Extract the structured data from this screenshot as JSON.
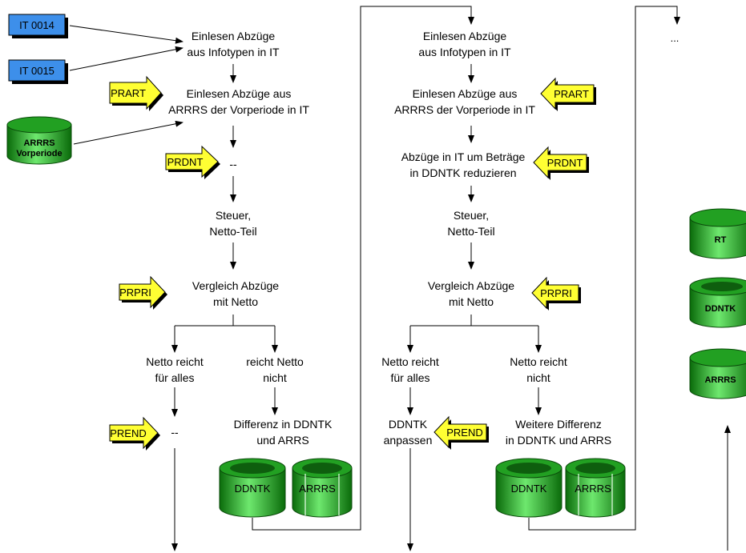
{
  "colors": {
    "stroke": "#000000",
    "it_box": "#3d8fea",
    "arrow_fill": "#ffff33",
    "cyl_dark": "#0a6b0a",
    "cyl_mid": "#35c435",
    "cyl_light": "#6ee86e",
    "cyl_top": "#22a022"
  },
  "infotype_boxes": {
    "it0014": "IT 0014",
    "it0015": "IT 0015"
  },
  "sources": {
    "arrrs_vorperiode": [
      "ARRRS",
      "Vorperiode"
    ]
  },
  "col1": {
    "read_infotypes": [
      "Einlesen Abzüge",
      "aus Infotypen in IT"
    ],
    "read_arrrs": [
      "Einlesen Abzüge aus",
      "ARRRS der Vorperiode in IT"
    ],
    "step_dash": "--",
    "tax": [
      "Steuer,",
      "Netto-Teil"
    ],
    "compare": [
      "Vergleich Abzüge",
      "mit Netto"
    ],
    "branch_enough": [
      "Netto reicht",
      "für alles"
    ],
    "branch_not_enough": [
      "reicht Netto",
      "nicht"
    ],
    "end_dash": "--",
    "difference": [
      "Differenz in DDNTK",
      "und ARRS"
    ],
    "cyl_ddntk": "DDNTK",
    "cyl_arrrs": "ARRRS"
  },
  "col2": {
    "read_infotypes": [
      "Einlesen Abzüge",
      "aus Infotypen in IT"
    ],
    "read_arrrs": [
      "Einlesen Abzüge aus",
      "ARRRS der Vorperiode in IT"
    ],
    "reduce": [
      "Abzüge in IT um Beträge",
      "in DDNTK reduzieren"
    ],
    "tax": [
      "Steuer,",
      "Netto-Teil"
    ],
    "compare": [
      "Vergleich Abzüge",
      "mit Netto"
    ],
    "branch_enough": [
      "Netto reicht",
      "für alles"
    ],
    "branch_not_enough": [
      "Netto reicht",
      "nicht"
    ],
    "adjust": [
      "DDNTK",
      "anpassen"
    ],
    "further_difference": [
      "Weitere Differenz",
      "in DDNTK und ARRS"
    ],
    "cyl_ddntk": "DDNTK",
    "cyl_arrrs": "ARRRS"
  },
  "col3": {
    "ellipsis": "...",
    "cyl_rt": "RT",
    "cyl_ddntk": "DDNTK",
    "cyl_arrrs": "ARRRS"
  },
  "rules": {
    "c1_prart": "PRART",
    "c1_prdnt": "PRDNT",
    "c1_prpri": "PRPRI",
    "c1_prend": "PREND",
    "c2_prart": "PRART",
    "c2_prdnt": "PRDNT",
    "c2_prpri": "PRPRI",
    "c2_prend": "PREND"
  }
}
